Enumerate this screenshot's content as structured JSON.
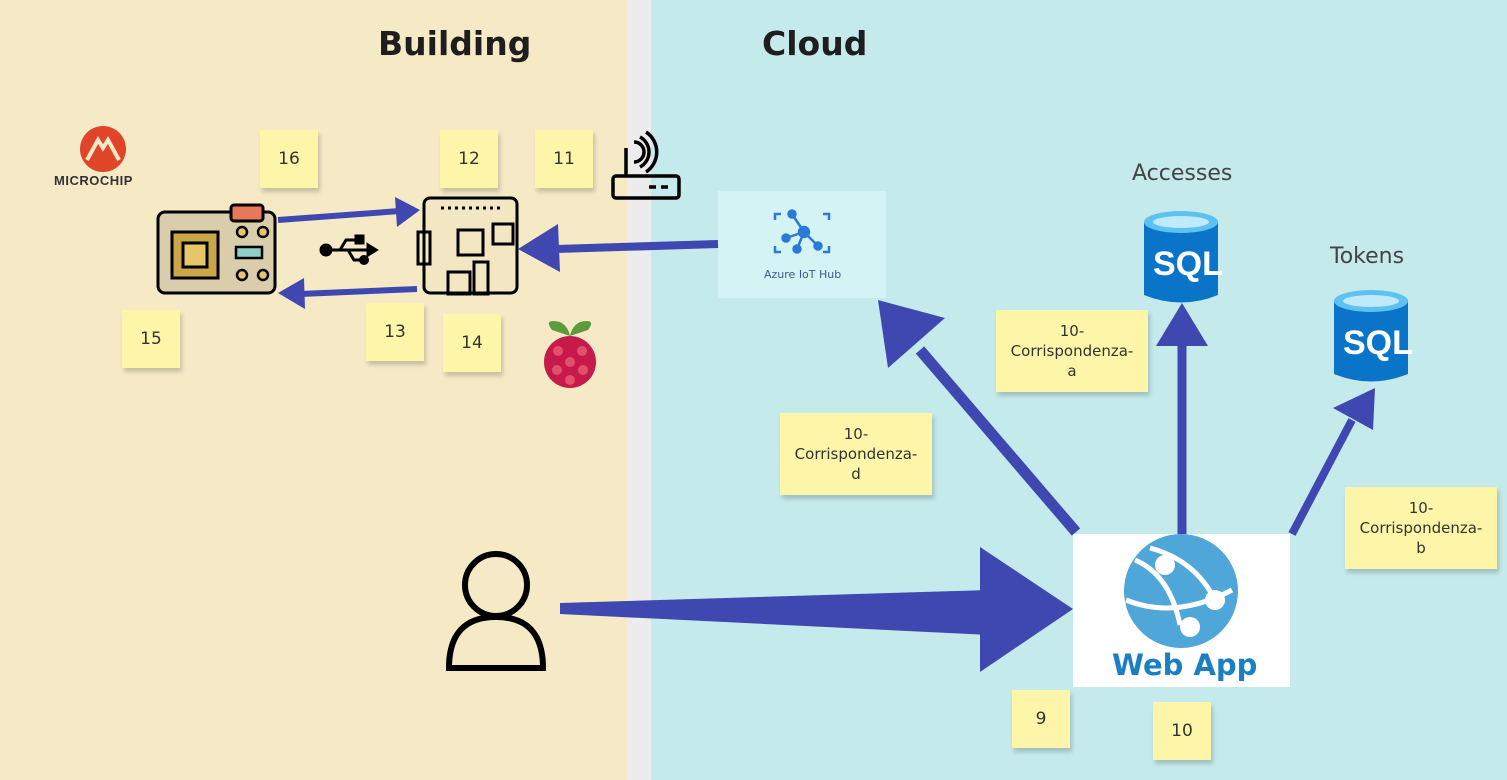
{
  "zones": {
    "building_title": "Building",
    "cloud_title": "Cloud"
  },
  "nodes": {
    "microchip_logo_text": "MICROCHIP",
    "iot_hub_label": "Azure IoT Hub",
    "accesses_label": "Accesses",
    "tokens_label": "Tokens",
    "sql_text": "SQL",
    "webapp_label": "Web App"
  },
  "notes": {
    "n16": "16",
    "n12": "12",
    "n11": "11",
    "n15": "15",
    "n13": "13",
    "n14": "14",
    "n9": "9",
    "n10": "10",
    "corr_a": "10-\nCorrispondenza-\na",
    "corr_b": "10-\nCorrispondenza-\nb",
    "corr_d": "10-\nCorrispondenza-\nd"
  },
  "colors": {
    "building_bg": "#f5e9c6",
    "cloud_bg": "#c5eaec",
    "arrow": "#3f48b0",
    "note": "#fdf6a8",
    "microchip_red": "#e0452a",
    "sql_blue": "#0a74c9",
    "webapp_blue": "#1b7fc4"
  },
  "icons": [
    "microchip-logo-icon",
    "board-icon",
    "usb-icon",
    "raspberry-board-icon",
    "router-wifi-icon",
    "raspberry-pi-logo-icon",
    "azure-iot-hub-icon",
    "sql-database-icon",
    "web-app-icon",
    "user-icon"
  ]
}
